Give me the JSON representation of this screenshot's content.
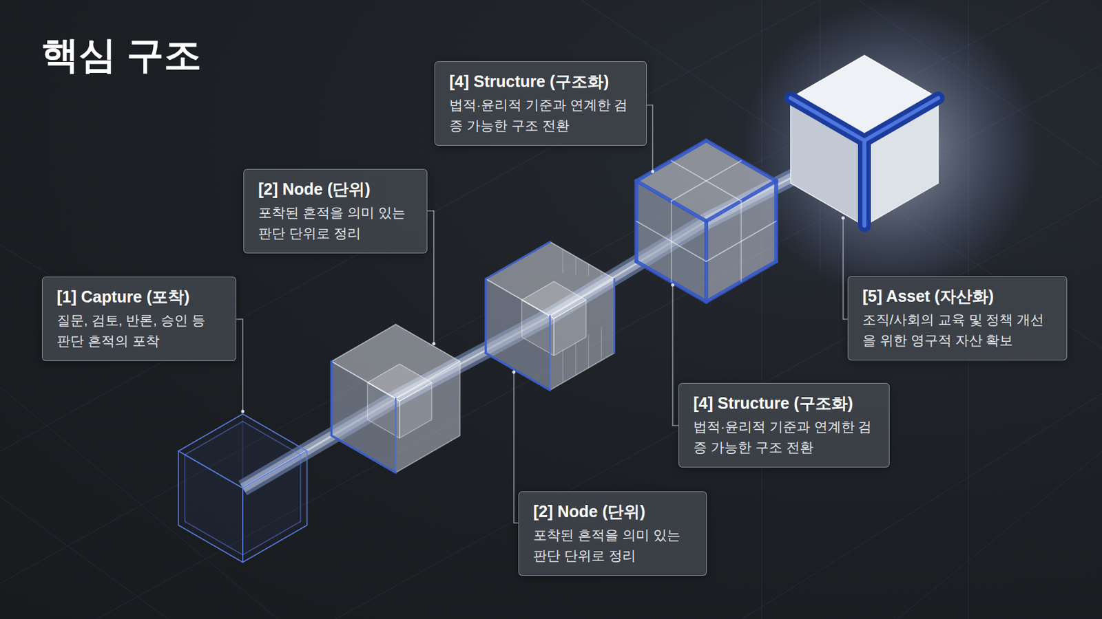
{
  "diagram": {
    "title": "핵심 구조",
    "nodes": [
      {
        "text": [
          "[1] Capture (포착)",
          "질문, 검토, 반론, 승인 등 판단 흔적의 포착"
        ]
      },
      {
        "text": [
          "[2] Node (단위)",
          "포착된 흔적을 의미 있는 판단 단위로 정리"
        ]
      },
      {
        "text": [
          "[4] Structure (구조화)",
          "법적·윤리적 기준과 연계한 검증 가능한 구조 전환"
        ]
      },
      {
        "text": [
          "[2] Node (단위)",
          "포착된 흔적을 의미 있는 판단 단위로 정리"
        ]
      },
      {
        "text": [
          "[4] Structure (구조화)",
          "법적·윤리적 기준과 연계한 검증 가능한 구조 전환"
        ]
      },
      {
        "text": [
          "[5] Asset (자산화)",
          "조직/사회의 교육 및 정책 개선을 위한 영구적 자산 확보"
        ]
      }
    ]
  }
}
